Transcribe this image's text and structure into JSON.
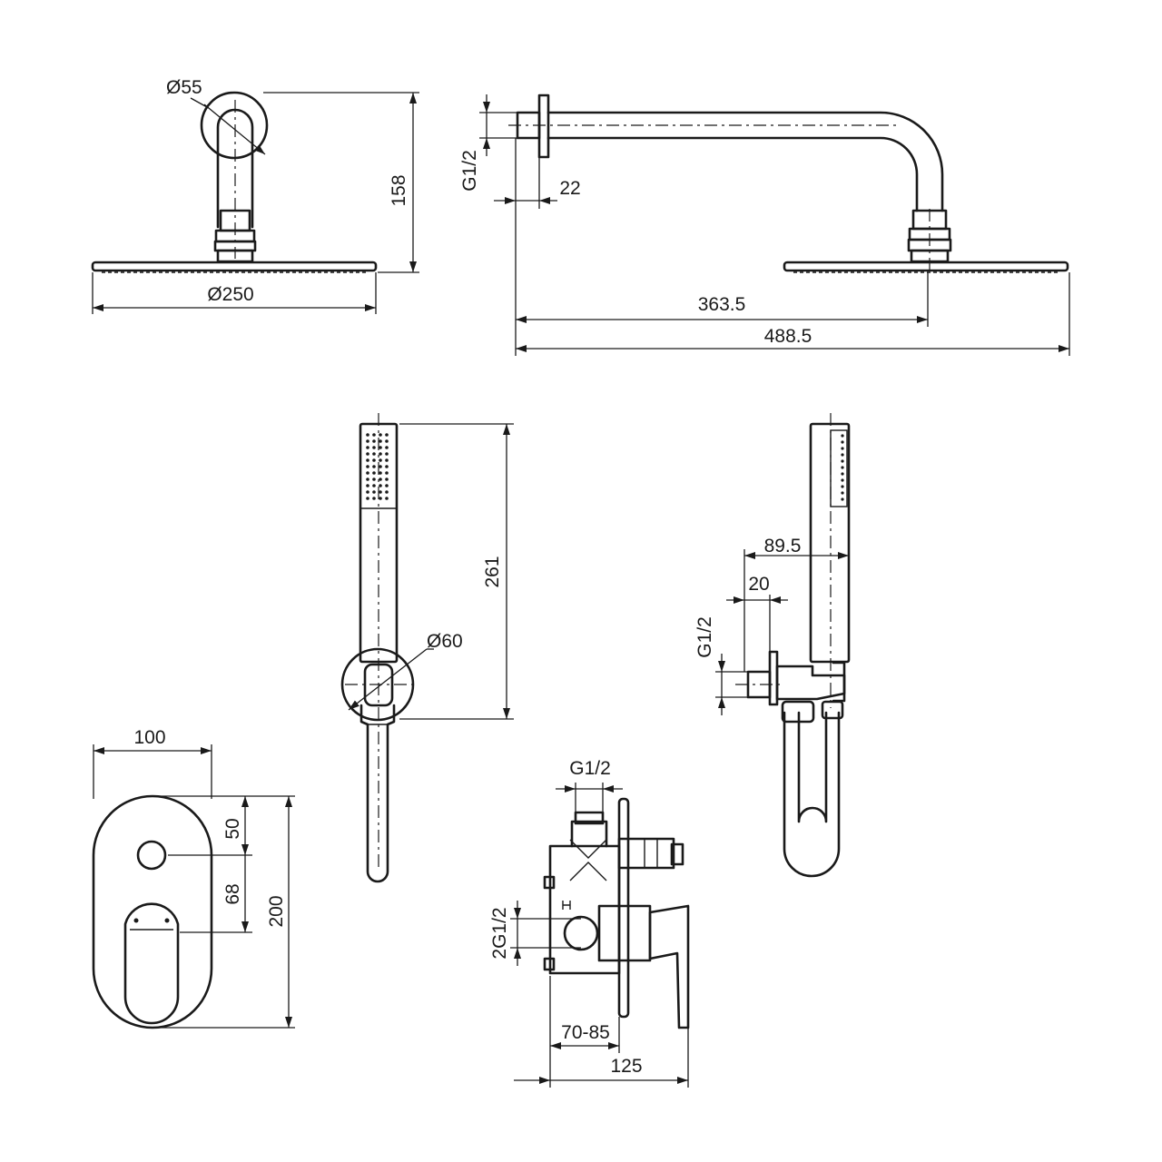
{
  "colors": {
    "stroke": "#1a1a1a",
    "background": "#ffffff"
  },
  "views": {
    "shower_head_front": {
      "d_arm": "Ø55",
      "height": "158",
      "d_head": "Ø250"
    },
    "shower_head_side": {
      "thread": "G1/2",
      "wall_flange": "22",
      "arm_reach": "363.5",
      "total_reach": "488.5"
    },
    "hand_shower_front": {
      "length": "261",
      "d_holder": "Ø60"
    },
    "hand_shower_side": {
      "projection": "89.5",
      "outlet": "20",
      "thread": "G1/2"
    },
    "mixer_plate_front": {
      "width": "100",
      "knob_offset": "50",
      "knob_to_lever": "68",
      "height": "200"
    },
    "mixer_body_side": {
      "inlet_thread": "G1/2",
      "outlet_threads": "2G1/2",
      "depth_range": "70-85",
      "total_depth": "125"
    }
  }
}
